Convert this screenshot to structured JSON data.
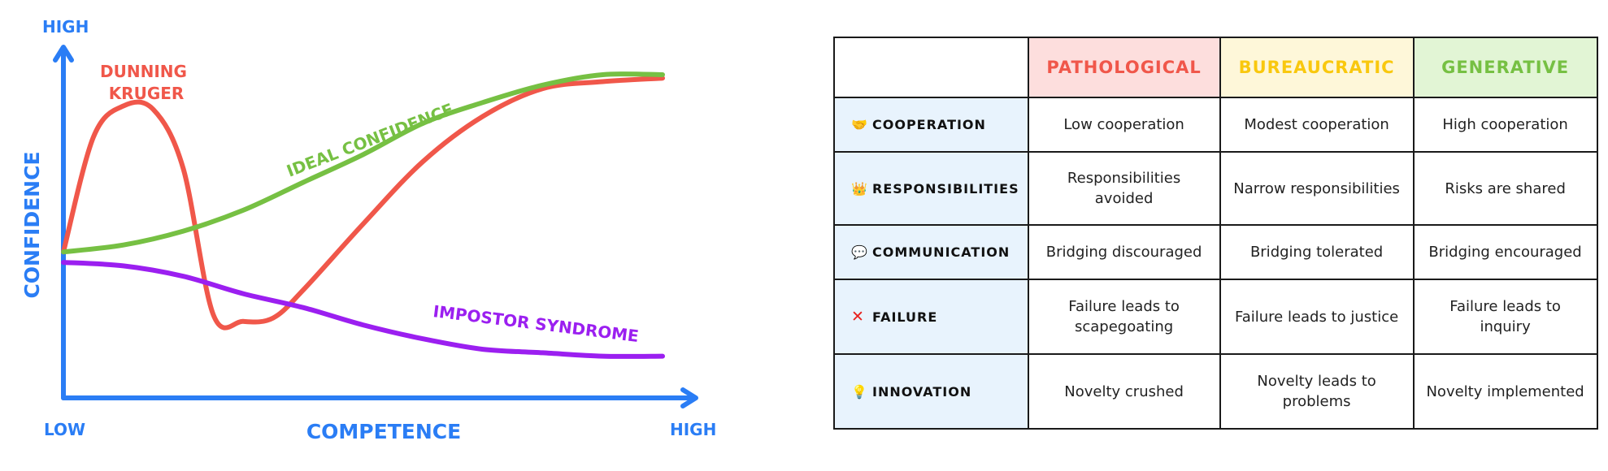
{
  "chart_data": {
    "type": "line",
    "title": "",
    "xlabel": "COMPETENCE",
    "ylabel": "CONFIDENCE",
    "x_tick_labels": [
      "LOW",
      "HIGH"
    ],
    "y_tick_labels": [
      "HIGH"
    ],
    "xlim": [
      0,
      10
    ],
    "ylim": [
      0,
      10
    ],
    "grid": false,
    "series": [
      {
        "name": "DUNNING KRUGER",
        "color": "#f0574a",
        "x": [
          0,
          0.5,
          1,
          1.5,
          2,
          2.5,
          3,
          3.5,
          4,
          5,
          6,
          7,
          8,
          9,
          10
        ],
        "y": [
          4.2,
          7.5,
          8.4,
          8.3,
          6.6,
          2.4,
          2.2,
          2.3,
          3.1,
          5.0,
          6.8,
          8.1,
          8.9,
          9.1,
          9.2
        ]
      },
      {
        "name": "IDEAL CONFIDENCE",
        "color": "#76c043",
        "x": [
          0,
          1,
          2,
          3,
          4,
          5,
          6,
          7,
          8,
          9,
          10
        ],
        "y": [
          4.2,
          4.4,
          4.8,
          5.4,
          6.2,
          7.0,
          7.9,
          8.5,
          9.0,
          9.3,
          9.3
        ]
      },
      {
        "name": "IMPOSTOR SYNDROME",
        "color": "#9b1ff0",
        "x": [
          0,
          1,
          2,
          3,
          4,
          5,
          6,
          7,
          8,
          9,
          10
        ],
        "y": [
          3.9,
          3.8,
          3.5,
          3.0,
          2.6,
          2.1,
          1.7,
          1.4,
          1.3,
          1.2,
          1.2
        ]
      }
    ]
  },
  "colors": {
    "axis": "#2a7df5",
    "pathological_bg": "#fddedd",
    "pathological_text": "#f0574a",
    "bureaucratic_bg": "#fef7d9",
    "bureaucratic_text": "#f9c80e",
    "generative_bg": "#e2f5d5",
    "generative_text": "#76c043",
    "rowhead_bg": "#e8f3fd"
  },
  "table": {
    "columns": [
      "PATHOLOGICAL",
      "BUREAUCRATIC",
      "GENERATIVE"
    ],
    "rows": [
      {
        "icon": "🤝",
        "icon_name": "handshake-icon",
        "label": "COOPERATION",
        "cells": [
          "Low cooperation",
          "Modest cooperation",
          "High cooperation"
        ]
      },
      {
        "icon": "👑",
        "icon_name": "crown-icon",
        "label": "RESPONSIBILITIES",
        "cells": [
          "Responsibilities avoided",
          "Narrow responsibilities",
          "Risks are shared"
        ]
      },
      {
        "icon": "💬",
        "icon_name": "speech-bubble-icon",
        "label": "COMMUNICATION",
        "cells": [
          "Bridging discouraged",
          "Bridging tolerated",
          "Bridging encouraged"
        ]
      },
      {
        "icon": "✕",
        "icon_name": "cross-mark-icon",
        "label": "FAILURE",
        "cells": [
          "Failure leads to scapegoating",
          "Failure leads to justice",
          "Failure leads to inquiry"
        ]
      },
      {
        "icon": "💡",
        "icon_name": "light-bulb-icon",
        "label": "INNOVATION",
        "cells": [
          "Novelty crushed",
          "Novelty leads to problems",
          "Novelty implemented"
        ]
      }
    ]
  }
}
